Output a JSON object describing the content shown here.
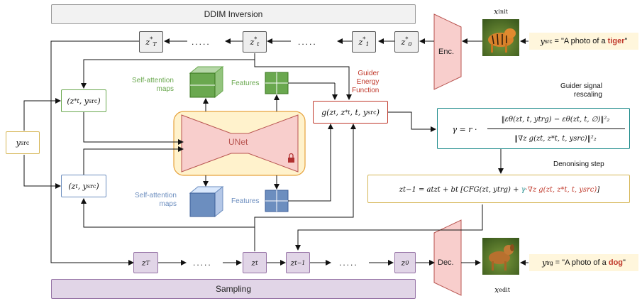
{
  "bands": {
    "inversion": "DDIM Inversion",
    "sampling": "Sampling"
  },
  "inversion_chain": {
    "zT_star": "z*T",
    "zt_star": "z*t",
    "z1_star": "z*1",
    "z0_star": "z*0",
    "dots": "....."
  },
  "sampling_chain": {
    "zT": "zT",
    "zt": "zt",
    "zt_minus_1": "zt−1",
    "z0": "z0",
    "dots": "....."
  },
  "encoder_label": "Enc.",
  "decoder_label": "Dec.",
  "unet_label": "UNet",
  "x_init": "xinit",
  "x_edit": "xedit",
  "y_src_caption": {
    "var": "ysrc",
    "eq": " = \"A photo of a ",
    "word": "tiger",
    "close": "\""
  },
  "y_trg_caption": {
    "var": "ytrg",
    "eq": " = \"A photo of a ",
    "word": "dog",
    "close": "\""
  },
  "y_src_node": "ysrc",
  "cond_top": "(z*t, ysrc)",
  "cond_bottom": "(zt, ysrc)",
  "self_attention_top": "Self-attention\nmaps",
  "self_attention_bottom": "Self-attention\nmaps",
  "features_top": "Features",
  "features_bottom": "Features",
  "guider_title": "Guider\nEnergy\nFunction",
  "guider_box": "g(zt, z*t, t, ysrc)",
  "rescaling_title": "Guider signal\nrescaling",
  "gamma_lhs": "γ = r ·",
  "gamma_num": "‖εθ(zt, t, ytrg) − εθ(zt, t, ∅)‖²₂",
  "gamma_den": "‖∇z g(zt, z*t, t, ysrc)‖²₂",
  "denoising_title": "Denonising step",
  "denoise_main": "zt−1 = atzt + bt [CFG(zt, ytrg) +",
  "denoise_gamma": "γ",
  "denoise_dot": " · ",
  "denoise_grad": "∇z g(zt, z*t, t, ysrc)",
  "denoise_close": "]",
  "colors": {
    "green": "#6aa84f",
    "green_dark": "#38761d",
    "blue": "#6c8ebf",
    "blue_dark": "#3d5f99",
    "red": "#c0392b",
    "gold": "#d6b656",
    "teal": "#1b8a8a",
    "purple_fill": "#e1d5e7",
    "purple_stroke": "#9673a6",
    "unet_fill": "#f8cecc",
    "unet_stroke": "#b85450",
    "unet_bg": "#fff2cc",
    "enc_fill": "#f8cecc"
  },
  "icons": {
    "lock": "lock-icon"
  }
}
